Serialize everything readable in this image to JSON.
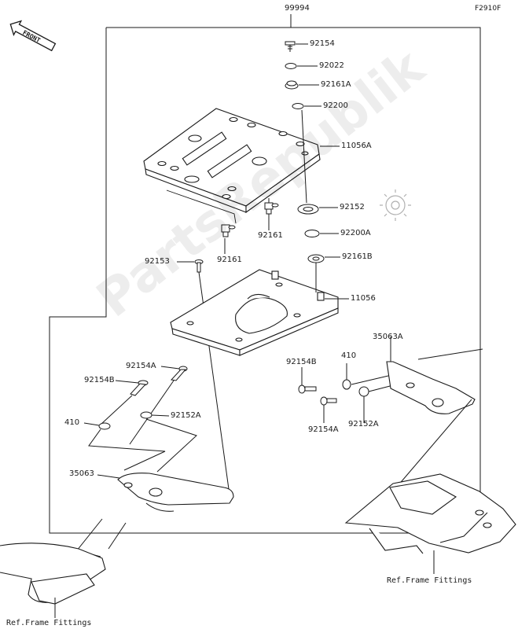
{
  "diagram_code": "F2910F",
  "assembly_number": "99994",
  "front_label": "FRONT",
  "watermark": "PartsRepublik",
  "parts": {
    "p92154": "92154",
    "p92022": "92022",
    "p92161A": "92161A",
    "p92200": "92200",
    "p11056A": "11056A",
    "p92152": "92152",
    "p92200A": "92200A",
    "p92161B": "92161B",
    "p92161_a": "92161",
    "p92161_b": "92161",
    "p92153": "92153",
    "p11056": "11056",
    "p92154A_l": "92154A",
    "p92154B_l": "92154B",
    "p410_l": "410",
    "p92152A_l": "92152A",
    "p35063": "35063",
    "p92154B_r": "92154B",
    "p410_r": "410",
    "p35063A": "35063A",
    "p92154A_r": "92154A",
    "p92152A_r": "92152A"
  },
  "ref_frame_right": "Ref.Frame Fittings",
  "ref_frame_left": "Ref.Frame Fittings",
  "colors": {
    "line": "#1a1a1a",
    "fill": "#ffffff",
    "watermark": "#000000"
  }
}
